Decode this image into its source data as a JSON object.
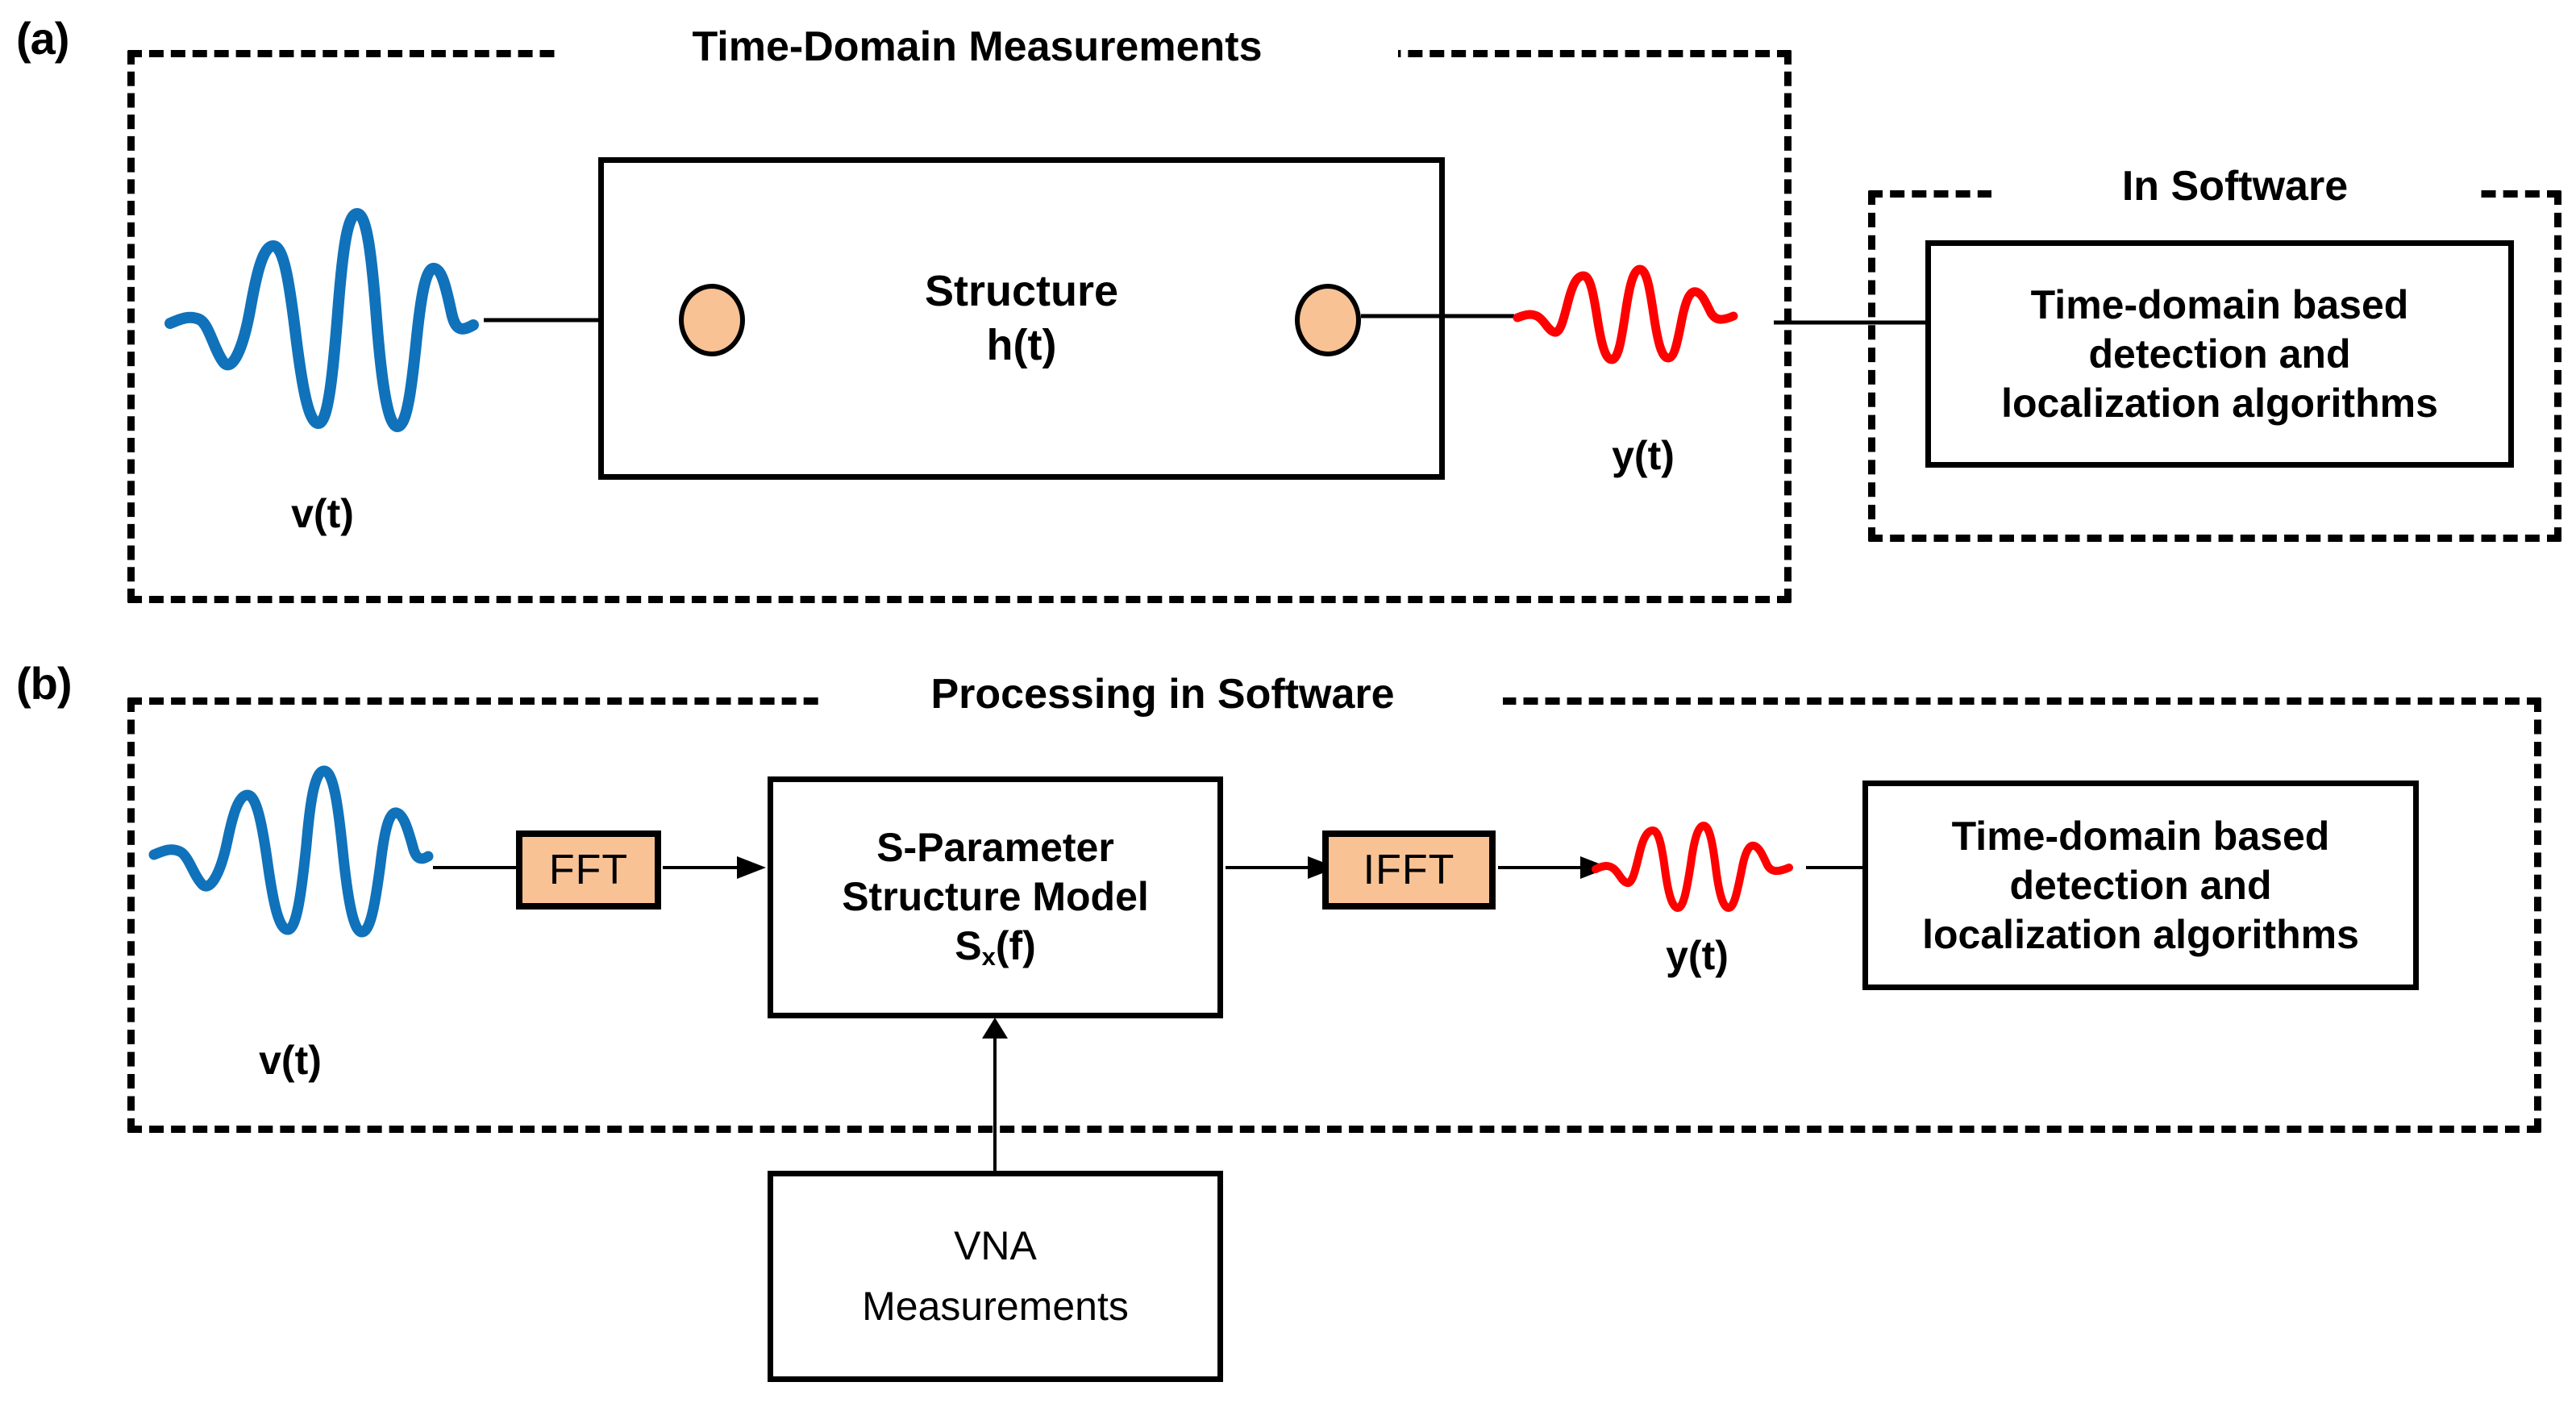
{
  "figure": {
    "title": "Time-domain measurement versus software (S-parameter) processing block diagram",
    "colors": {
      "accent_peach": "#F8C294",
      "signal_blue": "#1072BA",
      "signal_red": "#FF0000",
      "line_black": "#000000",
      "background": "#FFFFFF"
    }
  },
  "panel_a": {
    "letter": "(a)",
    "group_title": "Time-Domain Measurements",
    "input_signal_label": "v(t)",
    "input_signal_icon": "gaussian-pulse-waveform-blue",
    "structure_box": {
      "line1": "Structure",
      "line2": "h(t)",
      "text": "Structure\nh(t)",
      "input_port_icon": "antenna-port-ellipse",
      "output_port_icon": "antenna-port-ellipse"
    },
    "output_signal_label": "y(t)",
    "output_signal_icon": "gaussian-pulse-waveform-red",
    "software_group": {
      "group_title": "In Software",
      "box_text": "Time-domain based\ndetection and\nlocalization algorithms"
    }
  },
  "panel_b": {
    "letter": "(b)",
    "group_title": "Processing in Software",
    "input_signal_label": "v(t)",
    "input_signal_icon": "gaussian-pulse-waveform-blue",
    "fft_box": {
      "label": "FFT"
    },
    "model_box": {
      "line1": "S-Parameter",
      "line2": "Structure Model",
      "line3_main": "S",
      "line3_sub": "x",
      "line3_tail": "(f)",
      "line3": "Sx(f)"
    },
    "ifft_box": {
      "label": "IFFT"
    },
    "output_signal_label": "y(t)",
    "output_signal_icon": "gaussian-pulse-waveform-red",
    "algorithms_box": {
      "box_text": "Time-domain based\ndetection and\nlocalization algorithms"
    },
    "vna_box": {
      "line1": "VNA",
      "line2": "Measurements",
      "text": "VNA\nMeasurements"
    }
  }
}
